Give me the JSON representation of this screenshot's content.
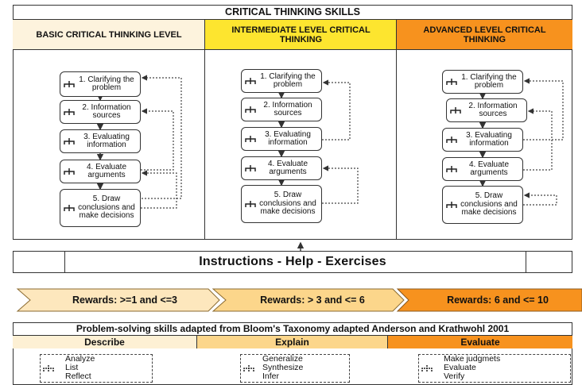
{
  "title": "CRITICAL THINKING SKILLS",
  "colors": {
    "basic": "#fdf3dd",
    "intermediate": "#fde52f",
    "advanced": "#f7921e",
    "border": "#333333",
    "reward_basic": "#fde7bd",
    "reward_intermediate": "#fcd68b",
    "reward_advanced": "#f7921e"
  },
  "levels": [
    {
      "label": "BASIC CRITICAL THINKING LEVEL",
      "steps": [
        "1. Clarifying the problem",
        "2. Information sources",
        "3. Evaluating information",
        "4. Evaluate arguments",
        "5. Draw conclusions and make decisions"
      ],
      "step_icon": "hierarchy-icon"
    },
    {
      "label": "INTERMEDIATE LEVEL CRITICAL THINKING",
      "steps": [
        "1. Clarifying the problem",
        "2. Information sources",
        "3. Evaluating information",
        "4. Evaluate arguments",
        "5. Draw conclusions and make decisions"
      ],
      "step_icon": "hierarchy-icon"
    },
    {
      "label": "ADVANCED LEVEL CRITICAL THINKING",
      "steps": [
        "1. Clarifying the problem",
        "2. Information sources",
        "3. Evaluating information",
        "4. Evaluate arguments",
        "5. Draw conclusions and make decisions"
      ],
      "step_icon": "hierarchy-icon"
    }
  ],
  "instructions": "Instructions  -  Help  -  Exercises",
  "rewards": [
    "Rewards: >=1 and <=3",
    "Rewards: > 3 and <= 6",
    "Rewards: 6 and <= 10"
  ],
  "taxonomy": {
    "title": "Problem-solving skills  adapted from Bloom's Taxonomy adapted Anderson and Krathwohl 2001",
    "columns": [
      {
        "label": "Describe",
        "color": "#fdf0d4",
        "items": [
          "Analyze",
          "List",
          "Reflect"
        ]
      },
      {
        "label": "Explain",
        "color": "#fcd68b",
        "items": [
          "Generalize",
          "Synthesize",
          "Infer"
        ]
      },
      {
        "label": "Evaluate",
        "color": "#f7921e",
        "items": [
          "Make judgmets",
          "Evaluate",
          "Verify"
        ]
      }
    ]
  }
}
